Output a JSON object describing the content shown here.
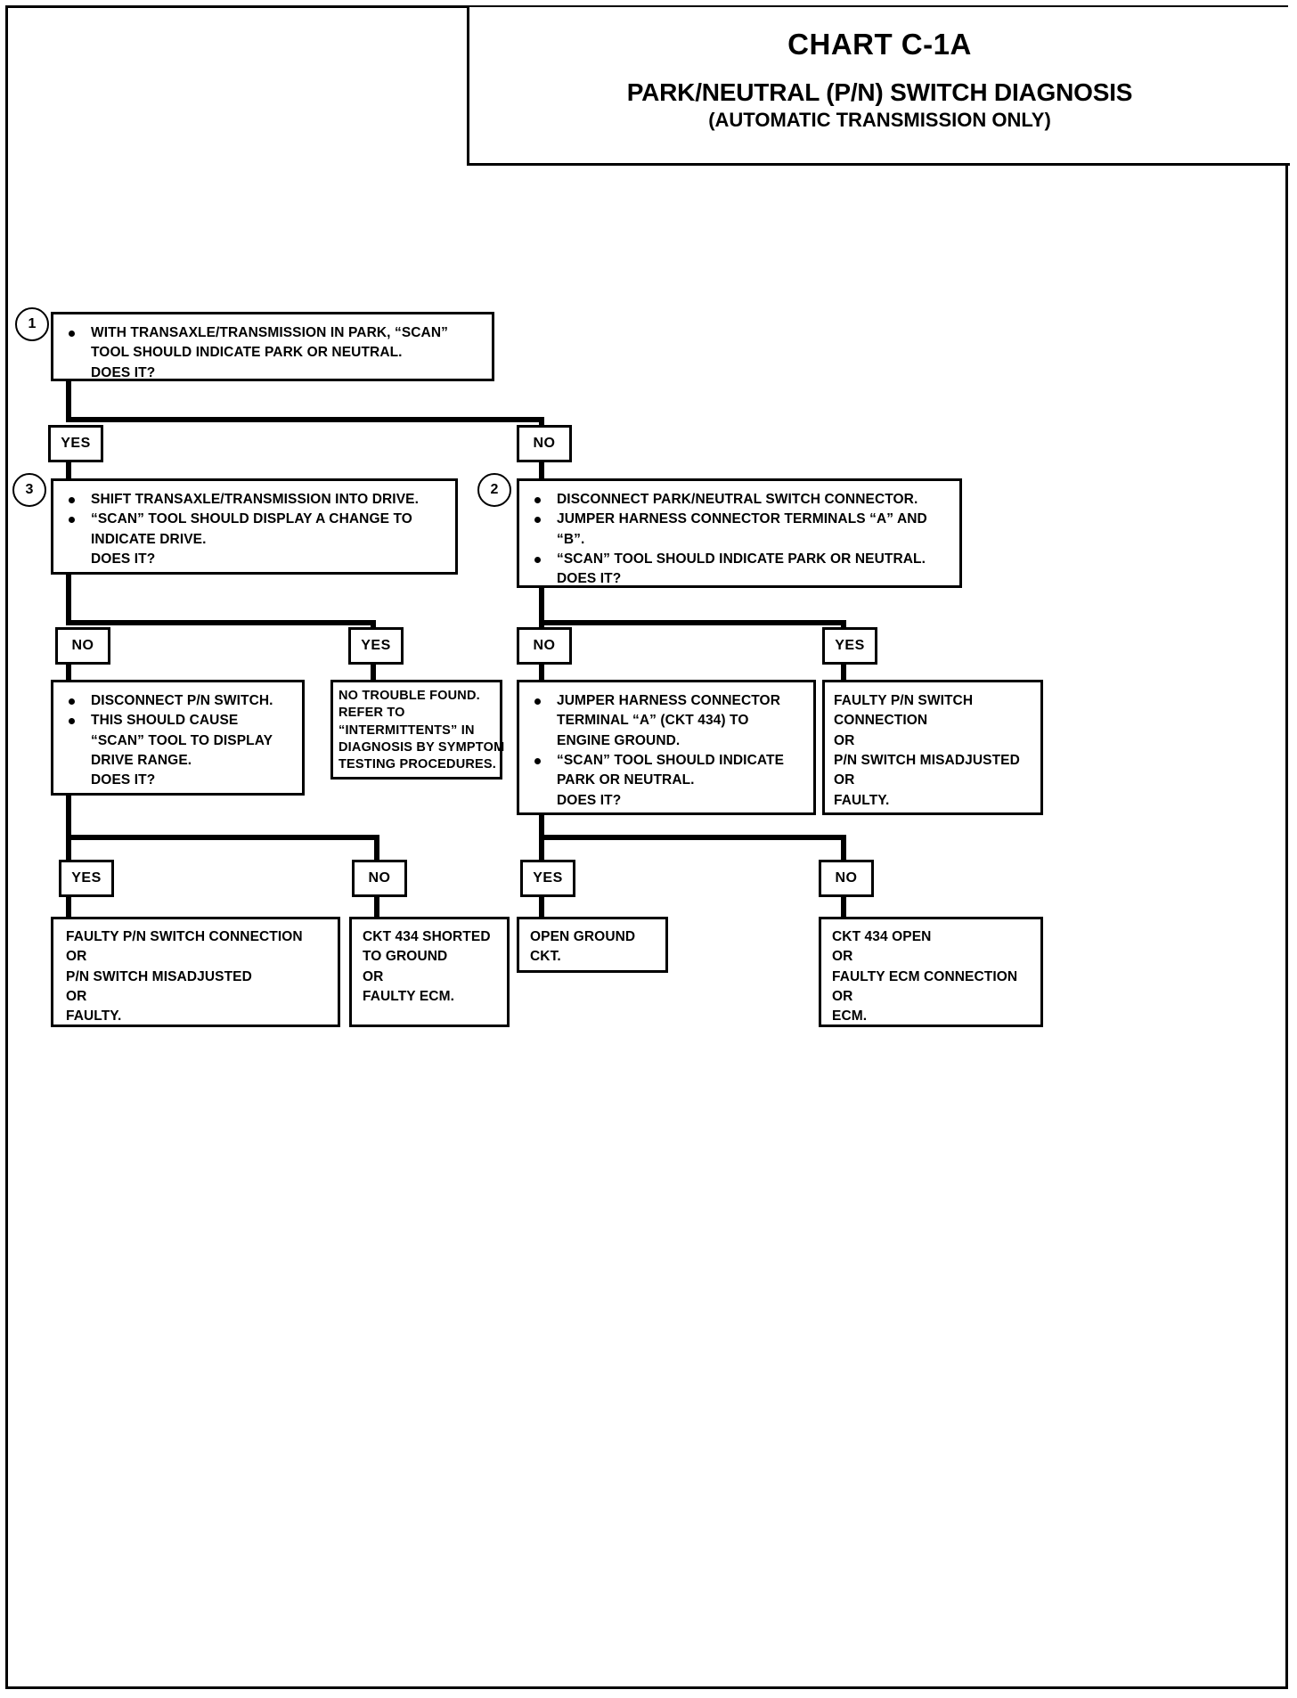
{
  "page": {
    "chart_id": "CHART C-1A",
    "title": "PARK/NEUTRAL (P/N) SWITCH DIAGNOSIS",
    "subtitle": "(AUTOMATIC TRANSMISSION ONLY)"
  },
  "steps": {
    "one": "1",
    "two": "2",
    "three": "3"
  },
  "tags": {
    "yes": "YES",
    "no": "NO"
  },
  "boxes": {
    "step1": {
      "bullets": [
        "WITH TRANSAXLE/TRANSMISSION IN PARK, “SCAN”",
        "TOOL SHOULD INDICATE PARK OR NEUTRAL.",
        "DOES IT?"
      ]
    },
    "step3": {
      "bullets": [
        "SHIFT TRANSAXLE/TRANSMISSION  INTO DRIVE.",
        "“SCAN” TOOL SHOULD DISPLAY A CHANGE TO",
        "INDICATE DRIVE.",
        "DOES IT?"
      ]
    },
    "step2": {
      "bullets": [
        "DISCONNECT PARK/NEUTRAL SWITCH CONNECTOR.",
        "JUMPER HARNESS CONNECTOR TERMINALS “A” AND",
        "“B”.",
        "“SCAN” TOOL SHOULD INDICATE PARK OR NEUTRAL.",
        "DOES IT?"
      ]
    },
    "disconnect_pn": {
      "bullets": [
        "DISCONNECT P/N SWITCH.",
        "THIS SHOULD CAUSE",
        "“SCAN” TOOL TO DISPLAY",
        "DRIVE RANGE.",
        "DOES IT?"
      ]
    },
    "no_trouble": {
      "lines": [
        "NO TROUBLE FOUND.",
        "REFER TO",
        "“INTERMITTENTS” IN",
        "DIAGNOSIS BY SYMPTOM",
        "TESTING PROCEDURES."
      ]
    },
    "jumper_ground": {
      "bullets": [
        "JUMPER HARNESS CONNECTOR",
        "TERMINAL “A” (CKT 434) TO",
        "ENGINE GROUND.",
        "“SCAN” TOOL SHOULD INDICATE",
        "PARK OR NEUTRAL.",
        "DOES IT?"
      ]
    },
    "faulty_pn_right": {
      "lines": [
        "FAULTY P/N SWITCH",
        "CONNECTION",
        "OR",
        "P/N SWITCH MISADJUSTED",
        "OR",
        "FAULTY."
      ]
    },
    "faulty_pn_bottom": {
      "lines": [
        "FAULTY P/N SWITCH CONNECTION",
        "OR",
        "P/N SWITCH MISADJUSTED",
        "OR",
        "FAULTY."
      ]
    },
    "ckt_shorted": {
      "lines": [
        "CKT 434 SHORTED",
        "TO GROUND",
        "OR",
        "FAULTY ECM."
      ]
    },
    "open_ground": {
      "lines": [
        "OPEN GROUND",
        "CKT."
      ]
    },
    "ckt_open": {
      "lines": [
        "CKT 434 OPEN",
        "OR",
        "FAULTY ECM CONNECTION",
        "OR",
        "ECM."
      ]
    }
  }
}
